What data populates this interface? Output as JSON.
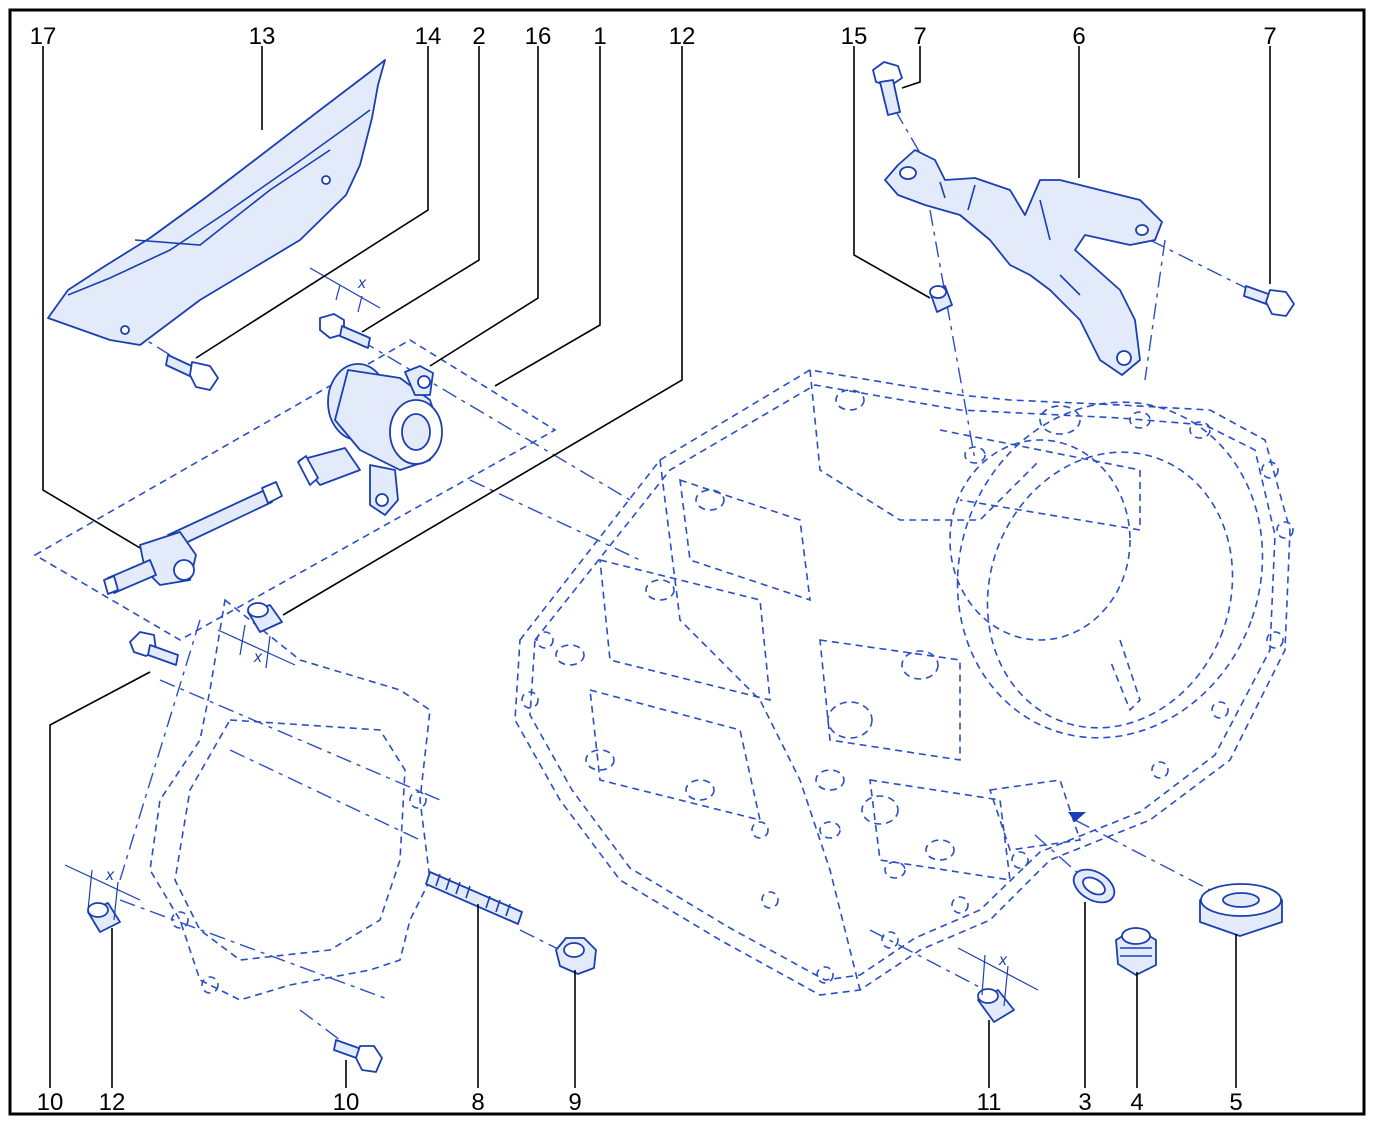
{
  "callouts": {
    "top": [
      "17",
      "13",
      "14",
      "2",
      "16",
      "1",
      "12",
      "15",
      "7",
      "6",
      "7"
    ],
    "bottom": [
      "10",
      "12",
      "10",
      "8",
      "9",
      "11",
      "3",
      "4",
      "5"
    ]
  },
  "dimension_label": "x"
}
